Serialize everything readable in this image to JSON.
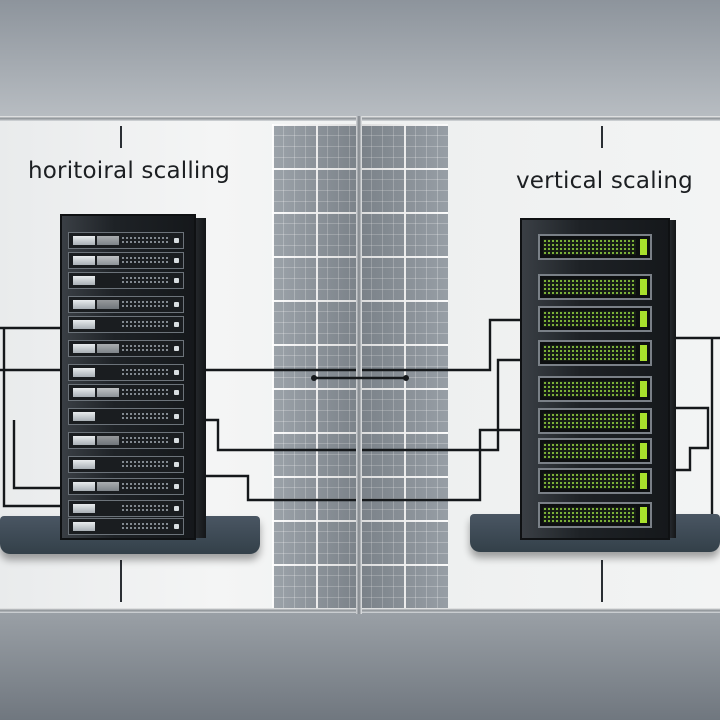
{
  "labels": {
    "left": "horitoiral scalling",
    "right": "vertical scaling"
  },
  "colors": {
    "wall": "#5f6873",
    "board": "#f1f2f3",
    "shelf": "#3b4753",
    "rack": "#1a1d20",
    "accent_green": "#a8e02c"
  },
  "left_rack": {
    "units": 14
  },
  "right_rack": {
    "units": 9
  }
}
